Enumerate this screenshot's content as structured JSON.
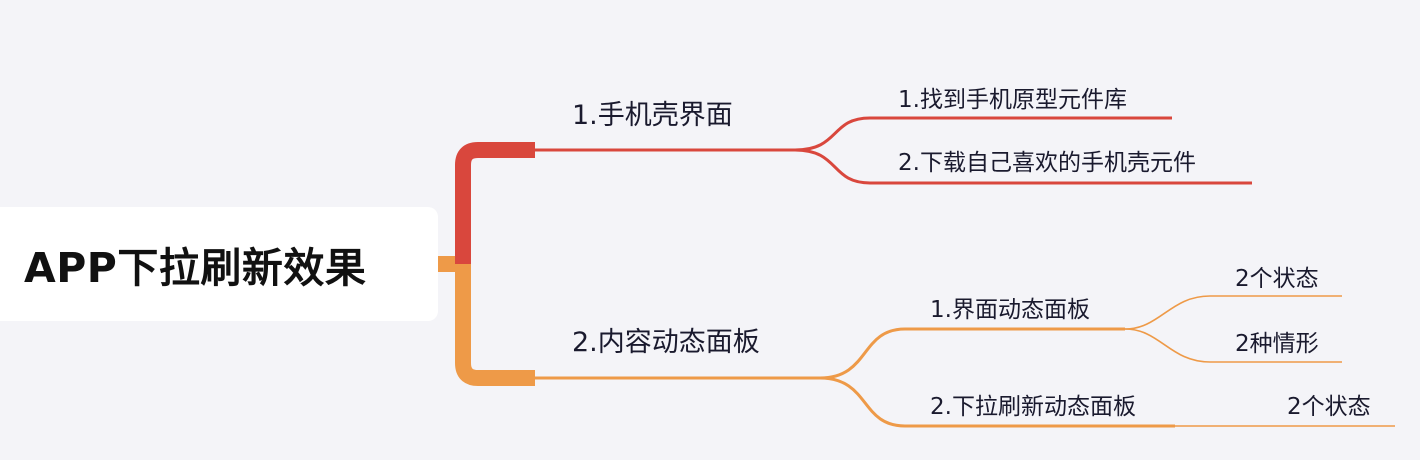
{
  "mindmap": {
    "root": {
      "label": "APP下拉刷新效果"
    },
    "branches": [
      {
        "label": "1.手机壳界面",
        "color": "#d9473d",
        "children": [
          {
            "label": "1.找到手机原型元件库",
            "children": []
          },
          {
            "label": "2.下载自己喜欢的手机壳元件",
            "children": []
          }
        ]
      },
      {
        "label": "2.内容动态面板",
        "color": "#ee9a48",
        "children": [
          {
            "label": "1.界面动态面板",
            "children": [
              {
                "label": "2个状态"
              },
              {
                "label": "2种情形"
              }
            ]
          },
          {
            "label": "2.下拉刷新动态面板",
            "children": [
              {
                "label": "2个状态"
              }
            ]
          }
        ]
      }
    ]
  }
}
